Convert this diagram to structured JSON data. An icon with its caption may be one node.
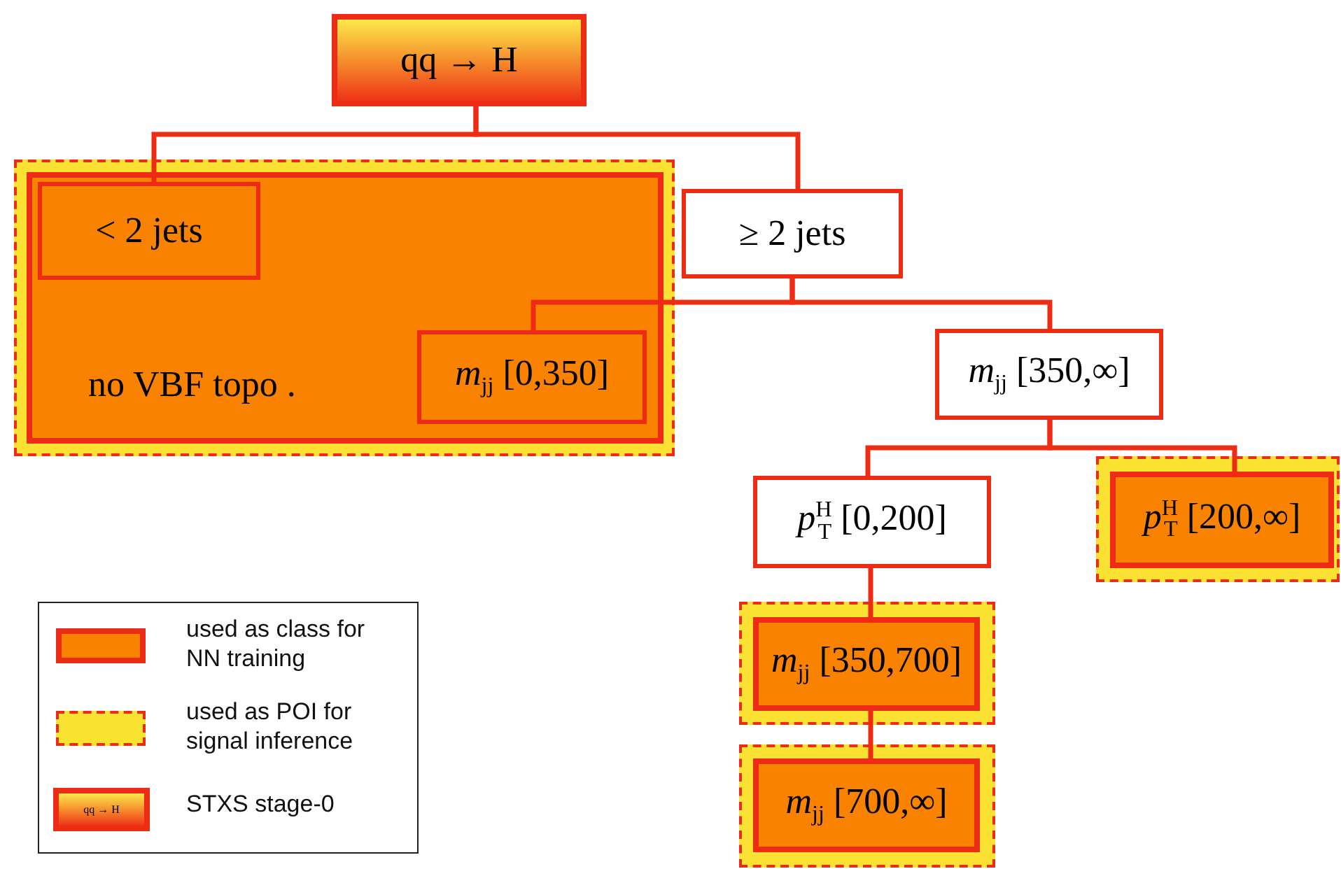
{
  "diagram": {
    "nodes": [
      {
        "text": [
          "qq → H"
        ]
      },
      {
        "text": [],
        "shape": "box"
      },
      {
        "text": [
          "no VBF topo ."
        ],
        "in": 1
      },
      {
        "text": [
          "< 2 jets"
        ],
        "in": 2
      },
      {
        "text": [
          "*m*$_{jj}$ [0,350]"
        ],
        "in": 2
      },
      {
        "text": [
          "≥ 2 jets"
        ]
      },
      {
        "text": [
          "*m*$_{jj}$ [350,∞]"
        ]
      },
      {
        "text": [
          "*p*$^{H}$$_{T}$ [0,200]"
        ]
      },
      {
        "text": [],
        "shape": "box"
      },
      {
        "text": [
          "*p*$^{H}$$_{T}$ [200,∞]"
        ],
        "in": 8
      },
      {
        "text": [],
        "shape": "box"
      },
      {
        "text": [
          "*m*$_{jj}$ [350,700]"
        ],
        "in": 10
      },
      {
        "text": [],
        "shape": "box"
      },
      {
        "text": [
          "*m*$_{jj}$ [700,∞]"
        ],
        "in": 12
      }
    ],
    "edges": [
      {
        "from": 0,
        "to": 3,
        "arrow": "none"
      },
      {
        "from": 0,
        "to": 5,
        "arrow": "none"
      },
      {
        "from": 5,
        "to": 4,
        "arrow": "none"
      },
      {
        "from": 5,
        "to": 6,
        "arrow": "none"
      },
      {
        "from": 6,
        "to": 7,
        "arrow": "none"
      },
      {
        "from": 6,
        "to": 9,
        "arrow": "none"
      },
      {
        "from": 7,
        "to": 11,
        "arrow": "none"
      },
      {
        "from": 11,
        "to": 13,
        "arrow": "none"
      }
    ],
    "labels": [
      "qq → H"
    ],
    "legend": [
      {
        "text": "used as class for NN training"
      },
      {
        "text": "used as POI for signal inference"
      },
      {
        "text": "STXS stage-0"
      }
    ]
  }
}
